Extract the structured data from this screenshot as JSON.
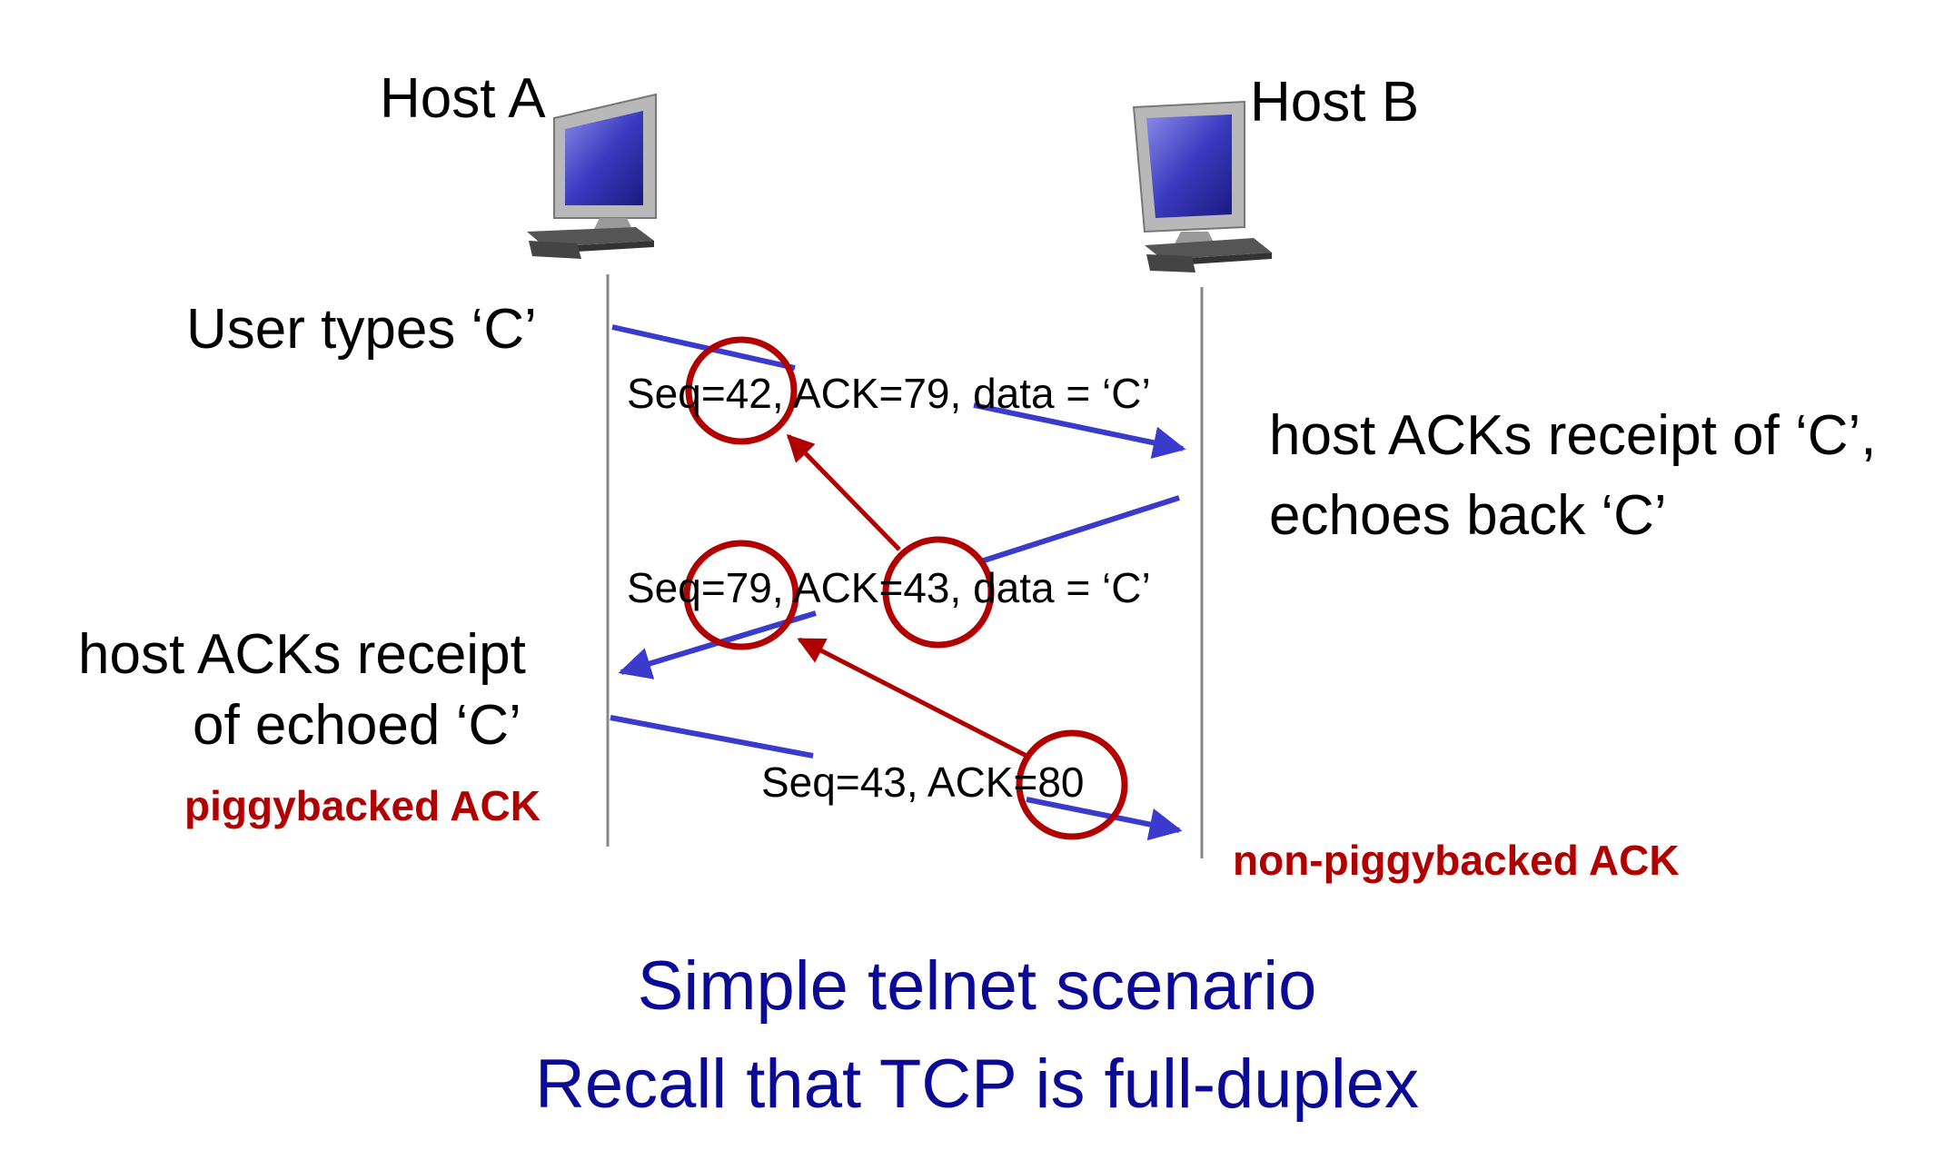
{
  "hosts": {
    "a": {
      "label": "Host A",
      "icon": "computer-icon"
    },
    "b": {
      "label": "Host B",
      "icon": "computer-icon"
    }
  },
  "events": {
    "user_types": "User types ‘C’",
    "host_b_ack_line1": "host ACKs receipt of ‘C’,",
    "host_b_ack_line2": "echoes back ‘C’",
    "host_a_ack_line1": "host ACKs receipt",
    "host_a_ack_line2": "of echoed ‘C’"
  },
  "segments": {
    "seg1": "Seq=42, ACK=79, data = ‘C’",
    "seg2": "Seq=79, ACK=43, data = ‘C’",
    "seg3": "Seq=43, ACK=80"
  },
  "notes": {
    "piggybacked": "piggybacked ACK",
    "non_piggybacked": "non-piggybacked ACK"
  },
  "caption": {
    "line1": "Simple telnet scenario",
    "line2": "Recall that TCP is full-duplex"
  },
  "colors": {
    "segment_arrow": "#3a3acc",
    "highlight": "#b00000",
    "caption": "#0a0a96"
  }
}
